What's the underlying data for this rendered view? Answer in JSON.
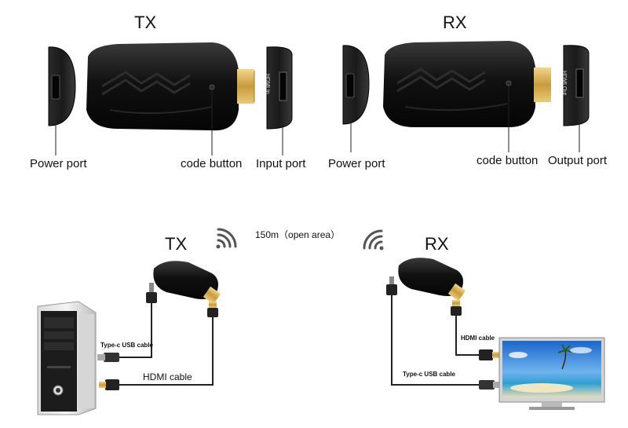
{
  "top": {
    "tx_title": "TX",
    "rx_title": "RX",
    "tx_power_label": "Power port",
    "tx_code_label": "code button",
    "tx_input_label": "Input port",
    "rx_power_label": "Power port",
    "rx_code_label": "code button",
    "rx_output_label": "Output port",
    "tx_hdmi_marking": "HDMI In",
    "rx_hdmi_marking": "HDMI Out"
  },
  "bottom": {
    "tx_title": "TX",
    "rx_title": "RX",
    "range_label": "150m（open area）",
    "tx_usb_label": "Type-c USB cable",
    "tx_hdmi_label": "HDMI cable",
    "rx_hdmi_label": "HDMI cable",
    "rx_usb_label": "Type-c USB cable"
  }
}
